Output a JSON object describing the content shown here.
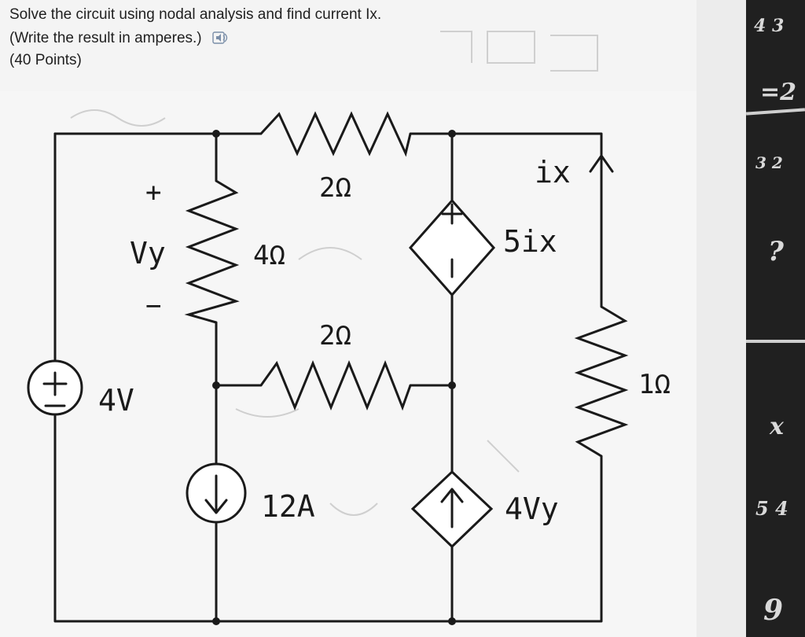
{
  "question": {
    "line1": "Solve the circuit using nodal analysis and find current Ix.",
    "line2": "(Write the result in amperes.)",
    "line3": "(40 Points)",
    "speaker_icon": "speaker-icon"
  },
  "circuit": {
    "labels": {
      "r_top": "2Ω",
      "r_left": "4Ω",
      "r_middle": "2Ω",
      "r_right": "1Ω",
      "vy_plus": "+",
      "vy": "Vy",
      "vy_minus": "−",
      "source_4v": "4V",
      "source_12a": "12A",
      "ix": "ix",
      "dep_voltage": "5ix",
      "dep_current": "4Vy",
      "plus_sign": "+",
      "minus_sign": "−"
    }
  },
  "chalkboard": {
    "marks": [
      "4 3",
      "=2",
      "3 2",
      "?",
      "x",
      "5 4",
      "9"
    ]
  }
}
